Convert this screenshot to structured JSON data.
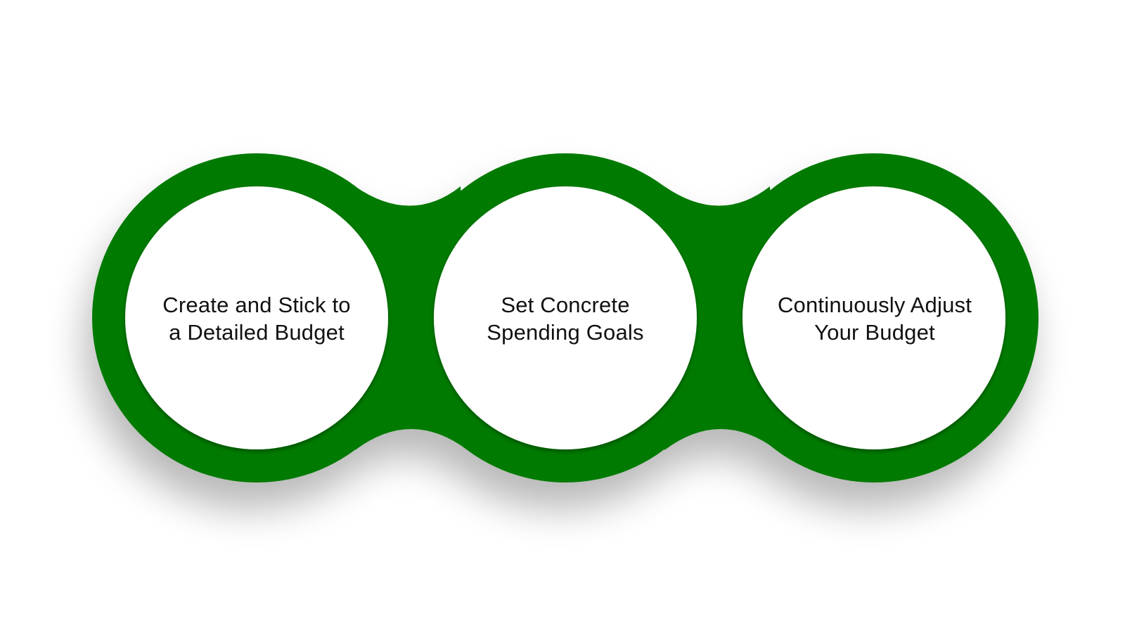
{
  "colors": {
    "band": "#027A02",
    "circle_fill": "#FFFFFF",
    "text": "#111111"
  },
  "steps": [
    {
      "line1": "Create and Stick to",
      "line2": "a Detailed Budget"
    },
    {
      "line1": "Set Concrete",
      "line2": "Spending Goals"
    },
    {
      "line1": "Continuously Adjust",
      "line2": "Your Budget"
    }
  ]
}
